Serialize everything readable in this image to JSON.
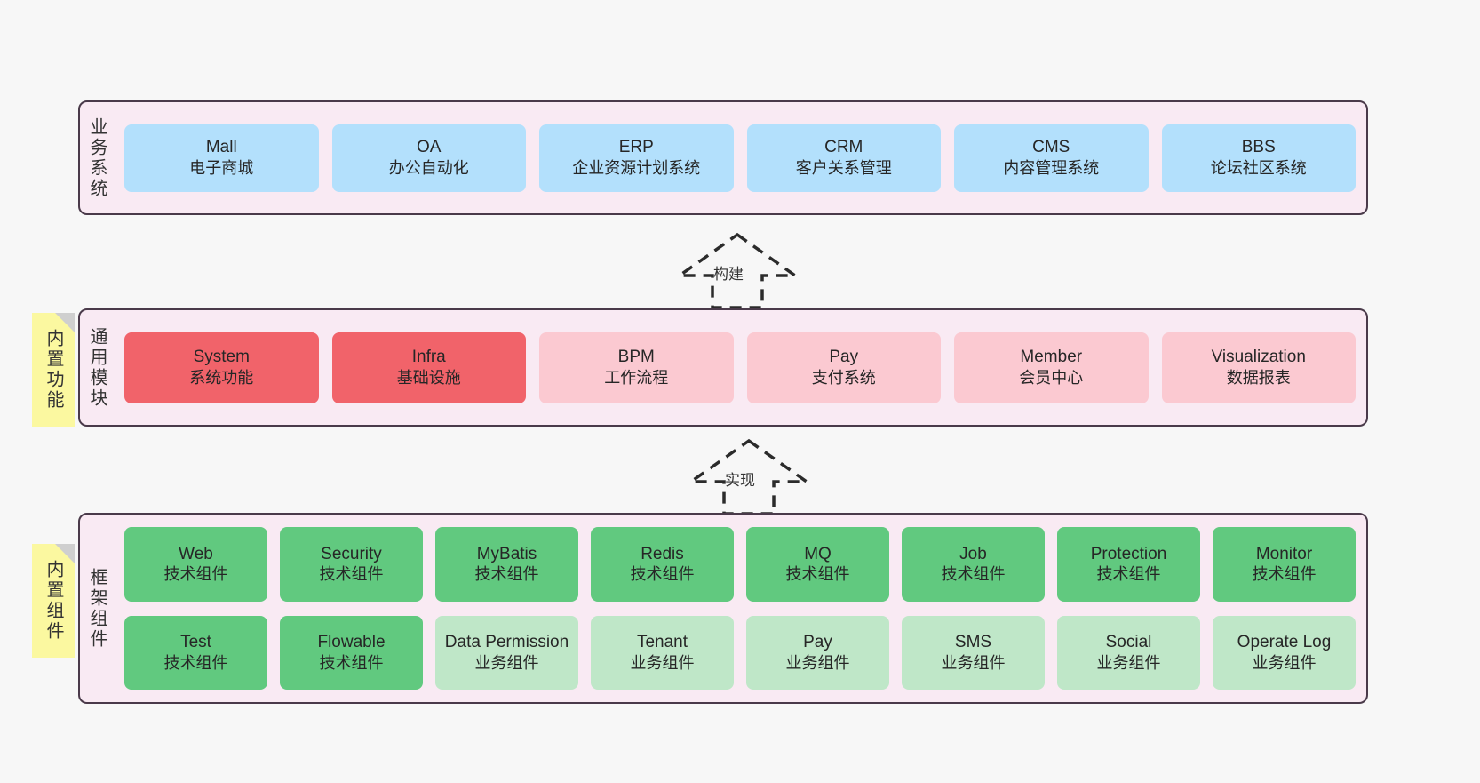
{
  "diagram": {
    "background": "#f7f7f7",
    "layer_border_color": "#4a3a4a",
    "layer_fill_color": "#f9eaf3",
    "sticky_color": "#fbf8a0"
  },
  "layers": [
    {
      "id": "business",
      "title": "业务系统",
      "card_color": "#b3e0fc",
      "cards": [
        {
          "en": "Mall",
          "cn": "电子商城"
        },
        {
          "en": "OA",
          "cn": "办公自动化"
        },
        {
          "en": "ERP",
          "cn": "企业资源计划系统"
        },
        {
          "en": "CRM",
          "cn": "客户关系管理"
        },
        {
          "en": "CMS",
          "cn": "内容管理系统"
        },
        {
          "en": "BBS",
          "cn": "论坛社区系统"
        }
      ]
    },
    {
      "id": "module",
      "title": "通用模块",
      "sticky": "内置功能",
      "colors": {
        "core": "#f1636a",
        "normal": "#fbc9d1"
      },
      "cards": [
        {
          "en": "System",
          "cn": "系统功能",
          "tone": "core"
        },
        {
          "en": "Infra",
          "cn": "基础设施",
          "tone": "core"
        },
        {
          "en": "BPM",
          "cn": "工作流程",
          "tone": "normal"
        },
        {
          "en": "Pay",
          "cn": "支付系统",
          "tone": "normal"
        },
        {
          "en": "Member",
          "cn": "会员中心",
          "tone": "normal"
        },
        {
          "en": "Visualization",
          "cn": "数据报表",
          "tone": "normal"
        }
      ]
    },
    {
      "id": "framework",
      "title": "框架组件",
      "sticky": "内置组件",
      "colors": {
        "tech": "#61c97f",
        "biz": "#bfe7c8"
      },
      "cards": [
        {
          "en": "Web",
          "cn": "技术组件",
          "tone": "tech"
        },
        {
          "en": "Security",
          "cn": "技术组件",
          "tone": "tech"
        },
        {
          "en": "MyBatis",
          "cn": "技术组件",
          "tone": "tech"
        },
        {
          "en": "Redis",
          "cn": "技术组件",
          "tone": "tech"
        },
        {
          "en": "MQ",
          "cn": "技术组件",
          "tone": "tech"
        },
        {
          "en": "Job",
          "cn": "技术组件",
          "tone": "tech"
        },
        {
          "en": "Protection",
          "cn": "技术组件",
          "tone": "tech"
        },
        {
          "en": "Monitor",
          "cn": "技术组件",
          "tone": "tech"
        },
        {
          "en": "Test",
          "cn": "技术组件",
          "tone": "tech"
        },
        {
          "en": "Flowable",
          "cn": "技术组件",
          "tone": "tech"
        },
        {
          "en": "Data Permission",
          "cn": "业务组件",
          "tone": "biz"
        },
        {
          "en": "Tenant",
          "cn": "业务组件",
          "tone": "biz"
        },
        {
          "en": "Pay",
          "cn": "业务组件",
          "tone": "biz"
        },
        {
          "en": "SMS",
          "cn": "业务组件",
          "tone": "biz"
        },
        {
          "en": "Social",
          "cn": "业务组件",
          "tone": "biz"
        },
        {
          "en": "Operate Log",
          "cn": "业务组件",
          "tone": "biz"
        }
      ]
    }
  ],
  "arrows": [
    {
      "id": "build",
      "label": "构建"
    },
    {
      "id": "implement",
      "label": "实现"
    }
  ]
}
